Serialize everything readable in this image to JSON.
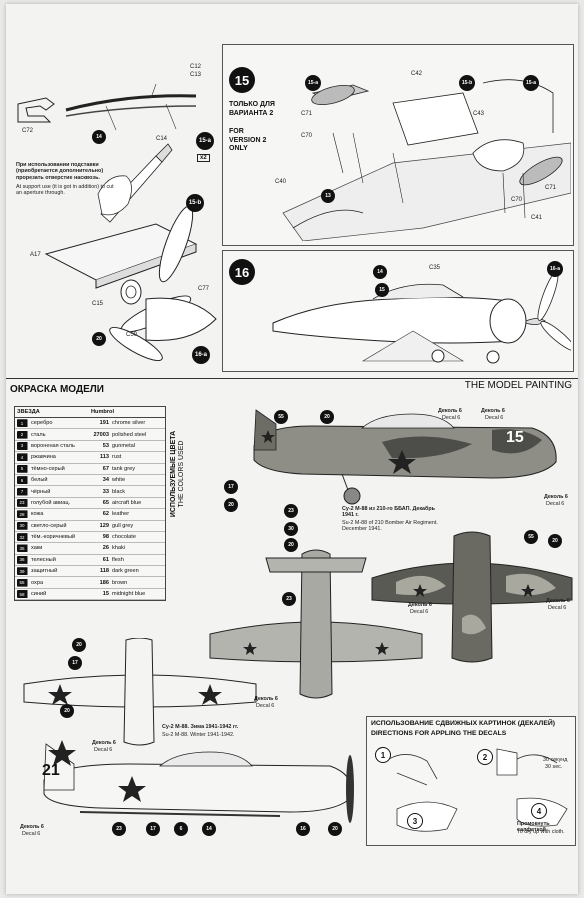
{
  "top_left": {
    "parts": [
      "C12",
      "C13",
      "C72",
      "C14",
      "A17",
      "C15",
      "C77",
      "C50"
    ],
    "badges": [
      "14",
      "20"
    ],
    "step_tags": [
      "15-a",
      "15-b",
      "16-a"
    ],
    "multiplier": "x2",
    "note_ru": "При использовании подставки (приобретается дополнительно) прорезать отверстие насквозь.",
    "note_en": "At support use (it is got in addition) to cut an aperture through."
  },
  "step15": {
    "number": "15",
    "title_ru": "ТОЛЬКО ДЛЯ ВАРИАНТА 2",
    "title_en": "FOR VERSION 2 ONLY",
    "parts": [
      "C42",
      "C71",
      "C70",
      "C40",
      "C43",
      "C71",
      "C70",
      "C41"
    ],
    "tags": [
      "15-a",
      "15-b",
      "15-a"
    ],
    "badge": "13"
  },
  "step16": {
    "number": "16",
    "parts": [
      "C35"
    ],
    "badges": [
      "14",
      "15"
    ],
    "tag": "16-a"
  },
  "painting": {
    "title_ru": "ОКРАСКА МОДЕЛИ",
    "title_en": "THE MODEL PAINTING",
    "colors_used_ru": "ИСПОЛЬЗУЕМЫЕ ЦВЕТА",
    "colors_used_en": "THE COLORS USED",
    "table_header": {
      "star": "ЗВЕЗДА",
      "humbrol": "Humbrol"
    },
    "rows": [
      {
        "id": "1",
        "ru": "серебро",
        "code": "191",
        "en": "chrome silver"
      },
      {
        "id": "2",
        "ru": "сталь",
        "code": "27003",
        "en": "polished steel"
      },
      {
        "id": "3",
        "ru": "вороненая сталь",
        "code": "53",
        "en": "gunmetal"
      },
      {
        "id": "4",
        "ru": "ржавчина",
        "code": "113",
        "en": "rust"
      },
      {
        "id": "5",
        "ru": "тёмно-серый",
        "code": "67",
        "en": "tank grey"
      },
      {
        "id": "6",
        "ru": "белый",
        "code": "34",
        "en": "white"
      },
      {
        "id": "7",
        "ru": "чёрный",
        "code": "33",
        "en": "black"
      },
      {
        "id": "23",
        "ru": "голубой авиац.",
        "code": "65",
        "en": "aircraft blue"
      },
      {
        "id": "28",
        "ru": "кожа",
        "code": "62",
        "en": "leather"
      },
      {
        "id": "30",
        "ru": "светло-серый",
        "code": "129",
        "en": "gull grey"
      },
      {
        "id": "32",
        "ru": "тём.-коричневый",
        "code": "98",
        "en": "chocolate"
      },
      {
        "id": "35",
        "ru": "хаки",
        "code": "26",
        "en": "khaki"
      },
      {
        "id": "36",
        "ru": "телесный",
        "code": "61",
        "en": "flesh"
      },
      {
        "id": "39",
        "ru": "защитный",
        "code": "118",
        "en": "dark green"
      },
      {
        "id": "55",
        "ru": "охра",
        "code": "186",
        "en": "brown"
      },
      {
        "id": "58",
        "ru": "синий",
        "code": "15",
        "en": "midnight blue"
      }
    ]
  },
  "scheme1": {
    "caption_ru": "Су-2 М-88 из 210-го ББАП. Декабрь 1941 г.",
    "caption_en": "Su-2 M-88 of 210 Bomber Air Regiment. December 1941.",
    "number": "15",
    "decal_ru": "Деколь 6",
    "decal_en": "Decal 6",
    "badges": [
      "55",
      "20",
      "17",
      "20",
      "23",
      "30",
      "20",
      "55",
      "20",
      "23"
    ]
  },
  "scheme2": {
    "caption_ru": "Су-2 М-88. Зима 1941-1942 гг.",
    "caption_en": "Su-2 M-88. Winter 1941-1942.",
    "number": "21",
    "badges": [
      "20",
      "17",
      "20",
      "23",
      "17",
      "6",
      "14",
      "16",
      "20"
    ]
  },
  "decals": {
    "title_ru": "ИСПОЛЬЗОВАНИЕ СДВИЖНЫХ КАРТИНОК (ДЕКАЛЕЙ)",
    "title_en": "DIRECTIONS FOR APPLING THE DECALS",
    "steps": [
      "1",
      "2",
      "3",
      "4"
    ],
    "time_ru": "30 секунд",
    "time_en": "30 sec.",
    "dry_ru": "Промокнуть салфеткой",
    "dry_en": "To dry up with cloth."
  }
}
